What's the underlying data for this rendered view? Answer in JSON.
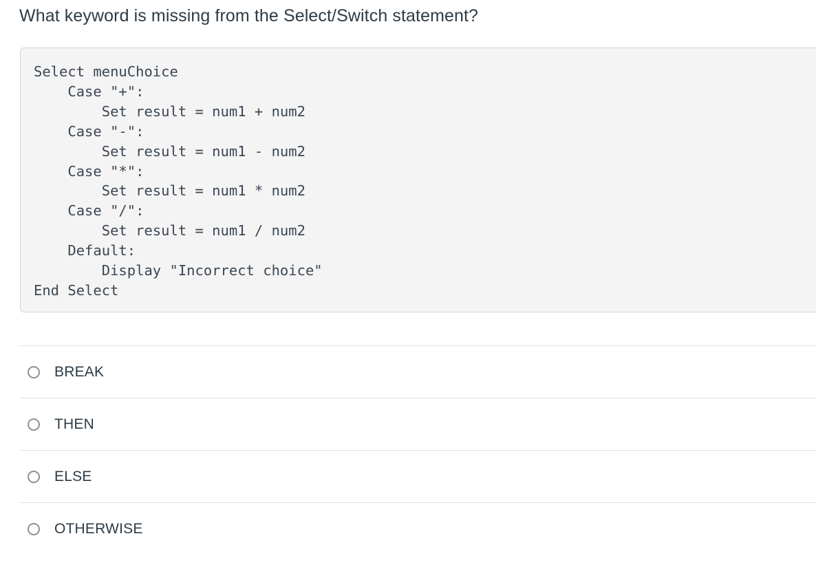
{
  "question": {
    "title": "What keyword is missing from the Select/Switch statement?"
  },
  "code": {
    "language": "pseudocode",
    "text": "Select menuChoice\n    Case \"+\":\n        Set result = num1 + num2\n    Case \"-\":\n        Set result = num1 - num2\n    Case \"*\":\n        Set result = num1 * num2\n    Case \"/\":\n        Set result = num1 / num2\n    Default:\n        Display \"Incorrect choice\"\nEnd Select",
    "background_color": "#f4f4f5",
    "border_color": "#d3d5d9",
    "text_color": "#3b4651"
  },
  "answers": {
    "selected": null,
    "options": [
      {
        "label": "BREAK",
        "selected": false
      },
      {
        "label": "THEN",
        "selected": false
      },
      {
        "label": "ELSE",
        "selected": false
      },
      {
        "label": "OTHERWISE",
        "selected": false
      }
    ]
  },
  "theme": {
    "text_color": "#2d3b45",
    "divider_color": "#e0e1e3",
    "radio_border_color": "#8b9097",
    "page_background": "#ffffff"
  }
}
